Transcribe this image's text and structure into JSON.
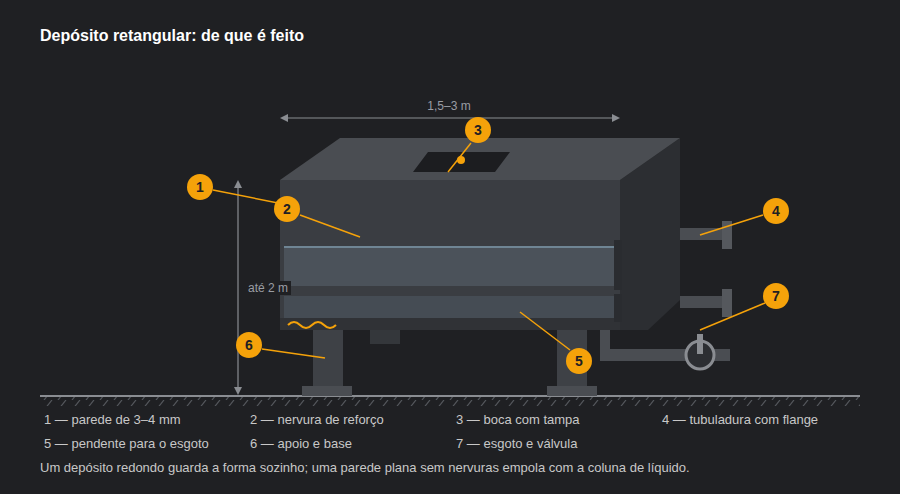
{
  "diagram": {
    "title": "Depósito retangular: de que é feito",
    "caption": "Um depósito redondo guarda a forma sozinho; uma parede plana sem nervuras empola com a coluna de líquido.",
    "labels": [
      "1",
      "2",
      "3",
      "4",
      "5",
      "6",
      "7",
      "1,5–3 m",
      "até 2 m",
      "1 — parede de 3–4 mm",
      "2 — nervura de reforço",
      "3 — boca com tampa",
      "4 — tubuladura com flange",
      "5 — pendente para o esgoto",
      "6 — apoio e base",
      "7 — esgoto e válvula"
    ]
  }
}
